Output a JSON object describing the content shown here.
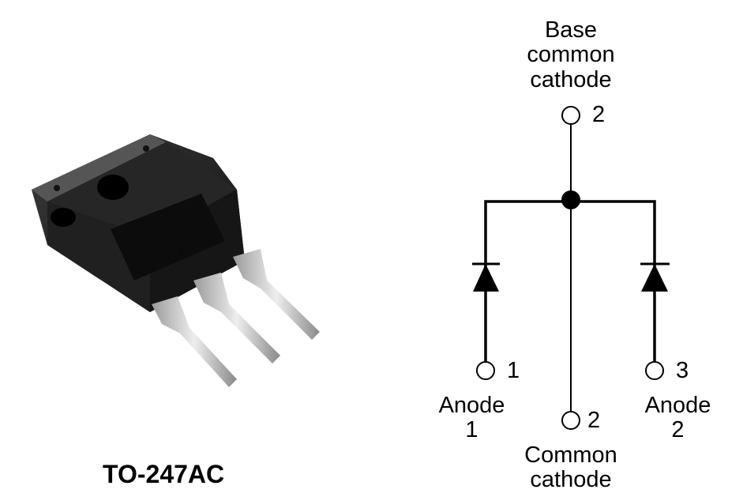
{
  "package": {
    "name": "TO-247AC"
  },
  "schematic": {
    "top_pin": {
      "label_lines": [
        "Base",
        "common",
        "cathode"
      ],
      "number": "2"
    },
    "left_pin": {
      "label_lines": [
        "Anode",
        "1"
      ],
      "number": "1"
    },
    "center_pin": {
      "label_lines": [
        "Common",
        "cathode"
      ],
      "number": "2"
    },
    "right_pin": {
      "label_lines": [
        "Anode",
        "2"
      ],
      "number": "3"
    }
  }
}
